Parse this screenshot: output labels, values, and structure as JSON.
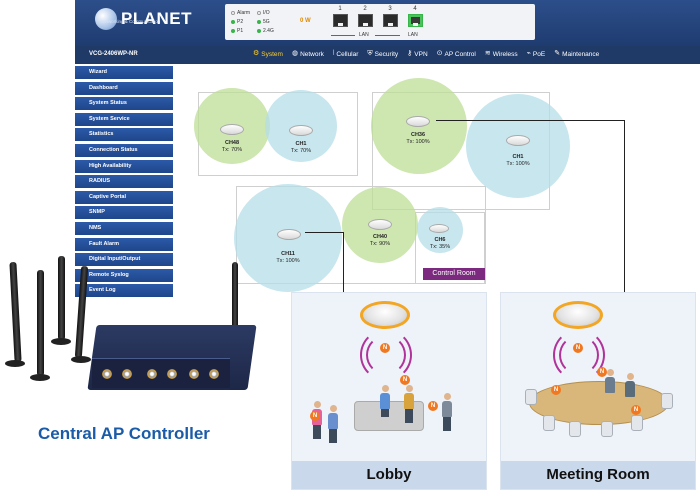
{
  "brand": {
    "name": "PLANET",
    "tagline": "Networking & Communication"
  },
  "status_panel": {
    "leds": [
      "Alarm",
      "I/O",
      "P2",
      "5G",
      "P1",
      "2.4G"
    ],
    "power": "0 W",
    "ports": [
      "1",
      "2",
      "3",
      "4"
    ],
    "lan_labels": [
      "LAN",
      "LAN"
    ]
  },
  "navbar": {
    "model": "VCG-2406WP-NR",
    "items": [
      "System",
      "Network",
      "Cellular",
      "Security",
      "VPN",
      "AP Control",
      "Wireless",
      "PoE",
      "Maintenance"
    ],
    "active": "System"
  },
  "sidebar": {
    "items": [
      "Wizard",
      "Dashboard",
      "System Status",
      "System Service",
      "Statistics",
      "Connection Status",
      "High Availability",
      "RADIUS",
      "Captive Portal",
      "SNMP",
      "NMS",
      "Fault Alarm",
      "Digital Input/Output",
      "Remote Syslog",
      "Event Log"
    ]
  },
  "floor": {
    "aps": [
      {
        "ch": "CH48",
        "tx": "Tx: 70%"
      },
      {
        "ch": "CH1",
        "tx": "Tx: 70%"
      },
      {
        "ch": "CH36",
        "tx": "Tx: 100%"
      },
      {
        "ch": "CH1",
        "tx": "Tx: 100%"
      },
      {
        "ch": "CH11",
        "tx": "Tx: 100%"
      },
      {
        "ch": "CH40",
        "tx": "Tx: 90%"
      },
      {
        "ch": "CH6",
        "tx": "Tx: 35%"
      }
    ],
    "control_room": "Control Room"
  },
  "panels": {
    "lobby": "Lobby",
    "meeting": "Meeting Room"
  },
  "badge": "N",
  "caption": "Central AP Controller",
  "colors": {
    "green_zone": "#cfe6b0",
    "blue_zone": "#c6e4ea",
    "nav_bg": "#203a68",
    "sidebar_bg": "#2c5aa8",
    "caption": "#1b5ca8",
    "control_room": "#7b2a7f"
  }
}
